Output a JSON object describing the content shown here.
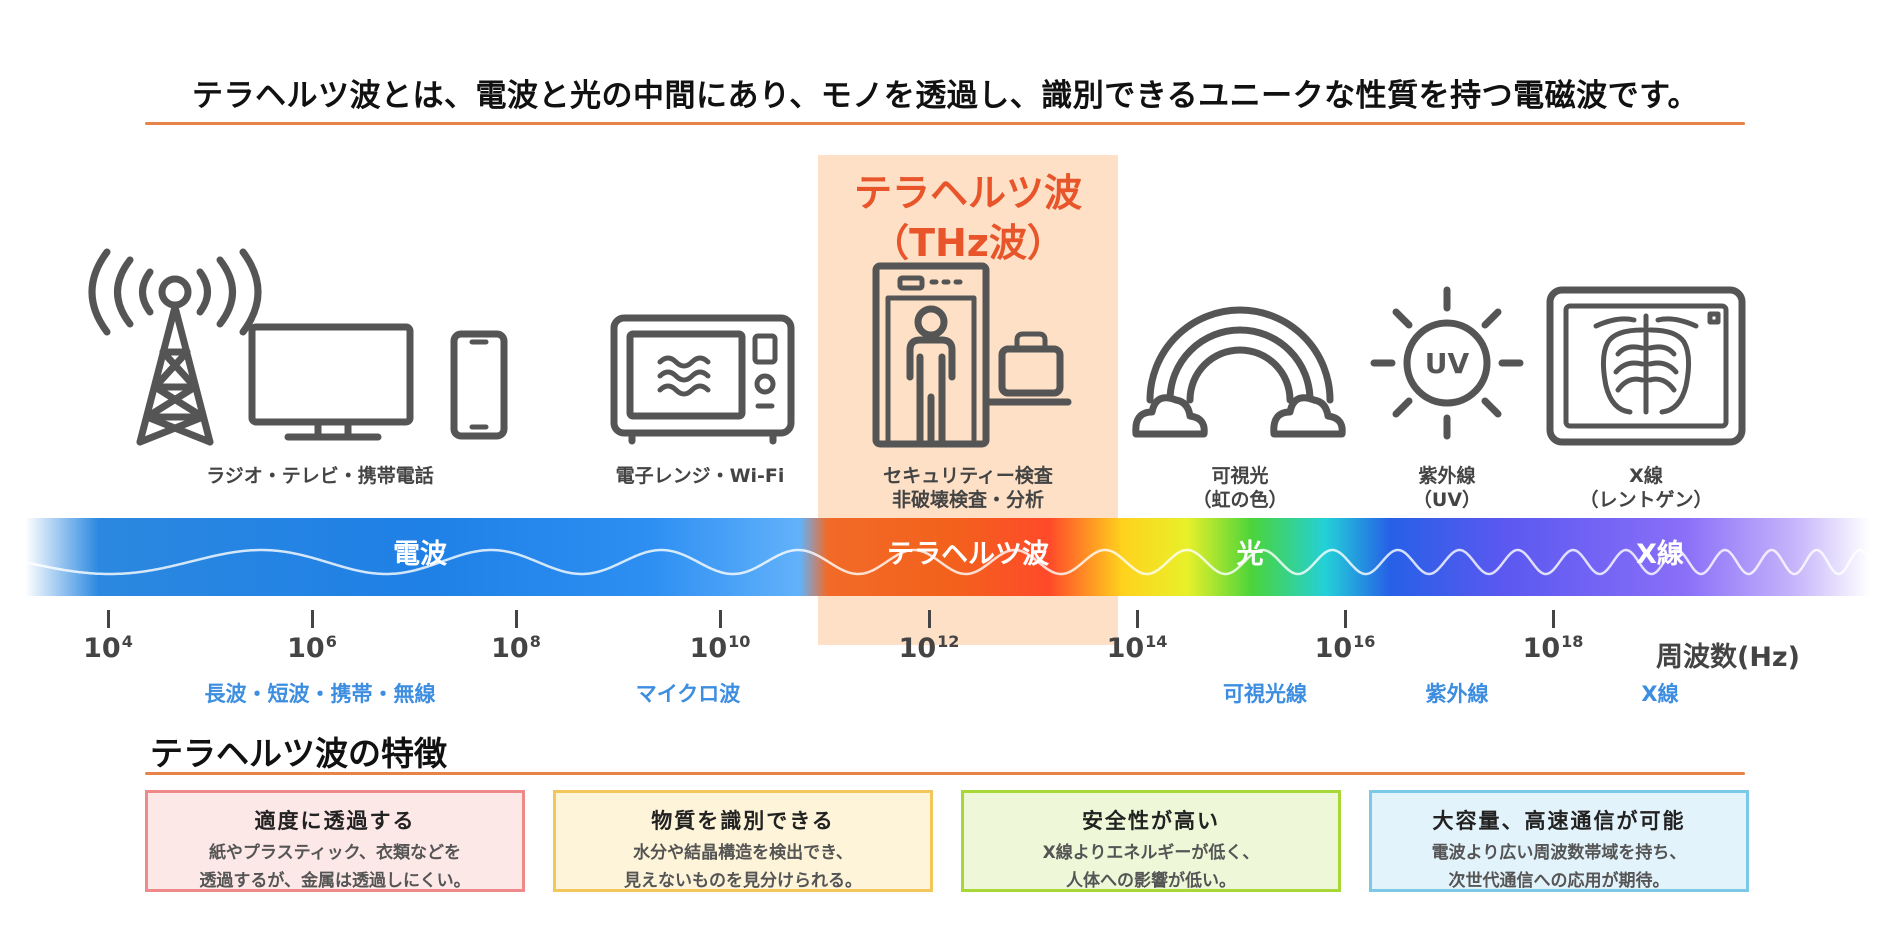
{
  "headline": "テラヘルツ波とは、電波と光の中間にあり、モノを透過し、識別できるユニークな性質を持つ電磁波です。",
  "thz_title": {
    "line1": "テラヘルツ波",
    "line2": "（THz波）"
  },
  "icons": [
    {
      "name": "radio-tower-icon"
    },
    {
      "name": "tv-icon"
    },
    {
      "name": "smartphone-icon"
    },
    {
      "name": "microwave-icon"
    },
    {
      "name": "security-gate-icon"
    },
    {
      "name": "rainbow-icon"
    },
    {
      "name": "sun-uv-icon"
    },
    {
      "name": "xray-icon"
    }
  ],
  "sun_label": "UV",
  "labels": {
    "radio": "ラジオ・テレビ・携帯電話",
    "microwave": "電子レンジ・Wi-Fi",
    "security_1": "セキュリティー検査",
    "security_2": "非破壊検査・分析",
    "visible_1": "可視光",
    "visible_2": "（虹の色）",
    "uv_1": "紫外線",
    "uv_2": "（UV）",
    "xray_1": "X線",
    "xray_2": "（レントゲン）"
  },
  "bands": {
    "radio": "電波",
    "thz": "テラヘルツ波",
    "light": "光",
    "xray": "X線"
  },
  "frequency_axis": {
    "base": "10",
    "exponents": [
      "4",
      "6",
      "8",
      "10",
      "12",
      "14",
      "16",
      "18"
    ],
    "unit": "周波数(Hz)"
  },
  "sub_categories": {
    "radio": "長波・短波・携帯・無線",
    "micro": "マイクロ波",
    "visible": "可視光線",
    "uv": "紫外線",
    "xray": "X線"
  },
  "features_heading": "テラヘルツ波の特徴",
  "features": [
    {
      "title": "適度に透過する",
      "line1": "紙やプラスティック、衣類などを",
      "line2": "透過するが、金属は透過しにくい。",
      "border": "#f08a8a",
      "bg": "#fde8e8"
    },
    {
      "title": "物質を識別できる",
      "line1": "水分や結晶構造を検出でき、",
      "line2": "見えないものを見分けられる。",
      "border": "#f2c75c",
      "bg": "#fdf4d9"
    },
    {
      "title": "安全性が高い",
      "line1": "X線よりエネルギーが低く、",
      "line2": "人体への影響が低い。",
      "border": "#a8d838",
      "bg": "#eef8d8"
    },
    {
      "title": "大容量、高速通信が可能",
      "line1": "電波より広い周波数帯域を持ち、",
      "line2": "次世代通信への応用が期待。",
      "border": "#7cc8e8",
      "bg": "#e3f3fb"
    }
  ],
  "colors": {
    "accent": "#e8552b",
    "rule": "#e8834a",
    "sub_label": "#3d8ee0",
    "icon": "#555555",
    "highlight": "#fde0c6"
  }
}
